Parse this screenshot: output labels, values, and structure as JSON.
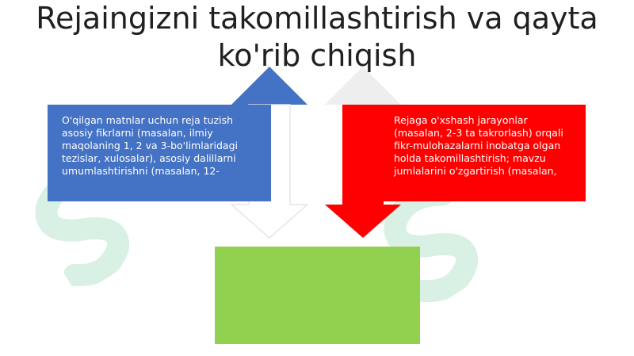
{
  "slide": {
    "title": "Rejaingizni takomillashtirish va qayta ko'rib chiqish"
  },
  "boxes": {
    "left_text": "O'qilgan matnlar uchun reja tuzish asosiy fikrlarni (masalan, ilmiy maqolaning 1, 2 va 3-bo'limlaridagi tezislar, xulosalar), asosiy dalillarni umumlashtirishni (masalan, 12-",
    "right_text": "Rejaga o'xshash jarayonlar (masalan, 2-3 ta takrorlash) orqali fikr-mulohazalarni inobatga olgan holda takomillashtirish; mavzu jumlalarini o'zgartirish (masalan,",
    "bottom_text": ""
  },
  "colors": {
    "blue": "#4472c4",
    "red": "#ff0000",
    "green": "#92d050",
    "light_gray": "#e6e6e6"
  }
}
